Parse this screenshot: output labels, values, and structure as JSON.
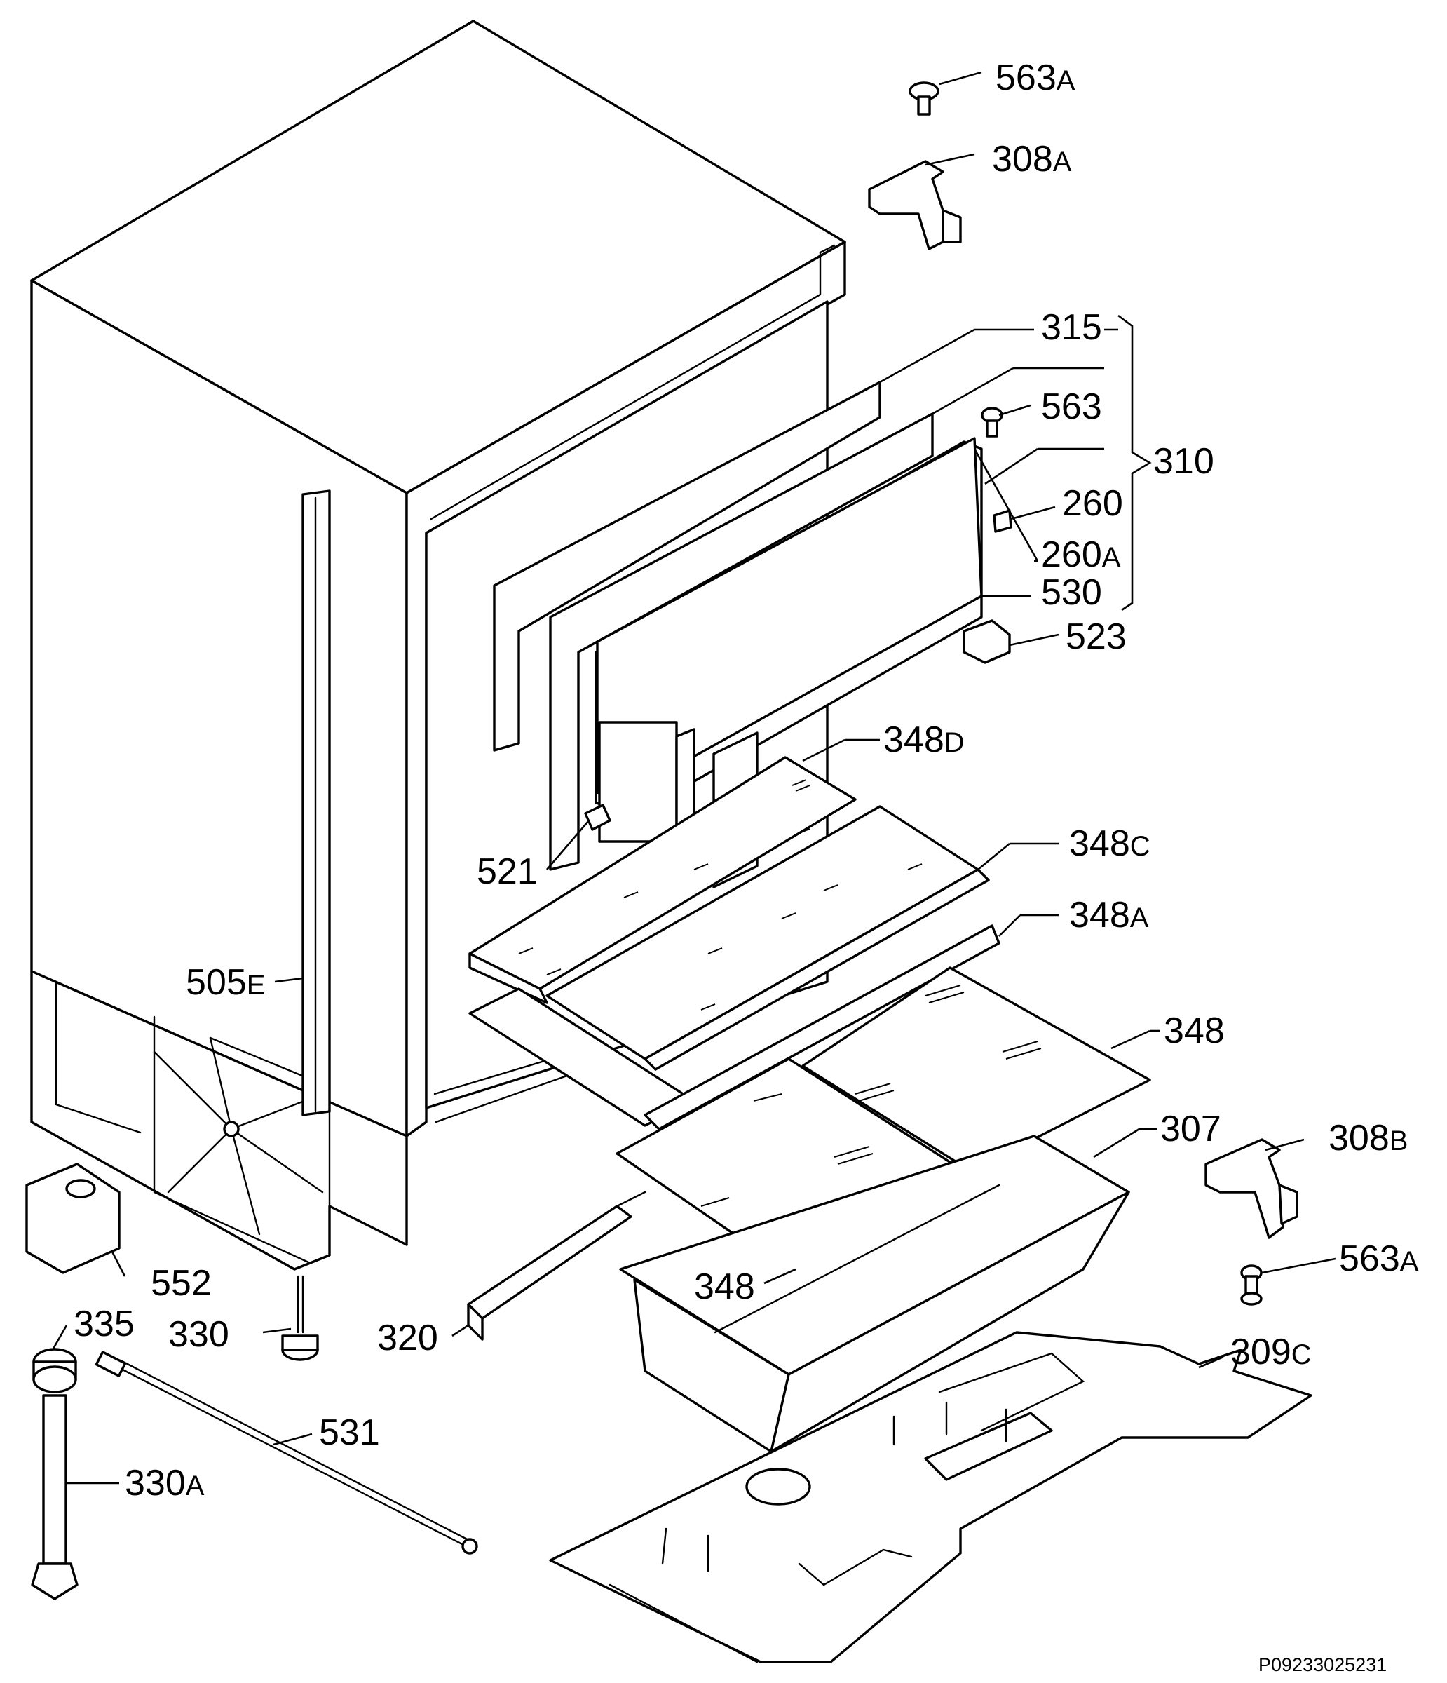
{
  "callouts": {
    "c563a_top": {
      "num": "563",
      "sfx": "A"
    },
    "c308a": {
      "num": "308",
      "sfx": "A"
    },
    "c315": {
      "num": "315",
      "sfx": ""
    },
    "c563": {
      "num": "563",
      "sfx": ""
    },
    "c310": {
      "num": "310",
      "sfx": ""
    },
    "c260": {
      "num": "260",
      "sfx": ""
    },
    "c260a": {
      "num": "260",
      "sfx": "A"
    },
    "c530": {
      "num": "530",
      "sfx": ""
    },
    "c523": {
      "num": "523",
      "sfx": ""
    },
    "c348d": {
      "num": "348",
      "sfx": "D"
    },
    "c521": {
      "num": "521",
      "sfx": ""
    },
    "c348c": {
      "num": "348",
      "sfx": "C"
    },
    "c348a": {
      "num": "348",
      "sfx": "A"
    },
    "c505e": {
      "num": "505",
      "sfx": "E"
    },
    "c348_right": {
      "num": "348",
      "sfx": ""
    },
    "c307": {
      "num": "307",
      "sfx": ""
    },
    "c308b": {
      "num": "308",
      "sfx": "B"
    },
    "c552": {
      "num": "552",
      "sfx": ""
    },
    "c563a_low": {
      "num": "563",
      "sfx": "A"
    },
    "c348_left": {
      "num": "348",
      "sfx": ""
    },
    "c330": {
      "num": "330",
      "sfx": ""
    },
    "c320": {
      "num": "320",
      "sfx": ""
    },
    "c335": {
      "num": "335",
      "sfx": ""
    },
    "c309c": {
      "num": "309",
      "sfx": "C"
    },
    "c531": {
      "num": "531",
      "sfx": ""
    },
    "c330a": {
      "num": "330",
      "sfx": "A"
    }
  },
  "footer_code": "P09233025231",
  "colors": {
    "ink": "#000000",
    "paper": "#ffffff"
  }
}
